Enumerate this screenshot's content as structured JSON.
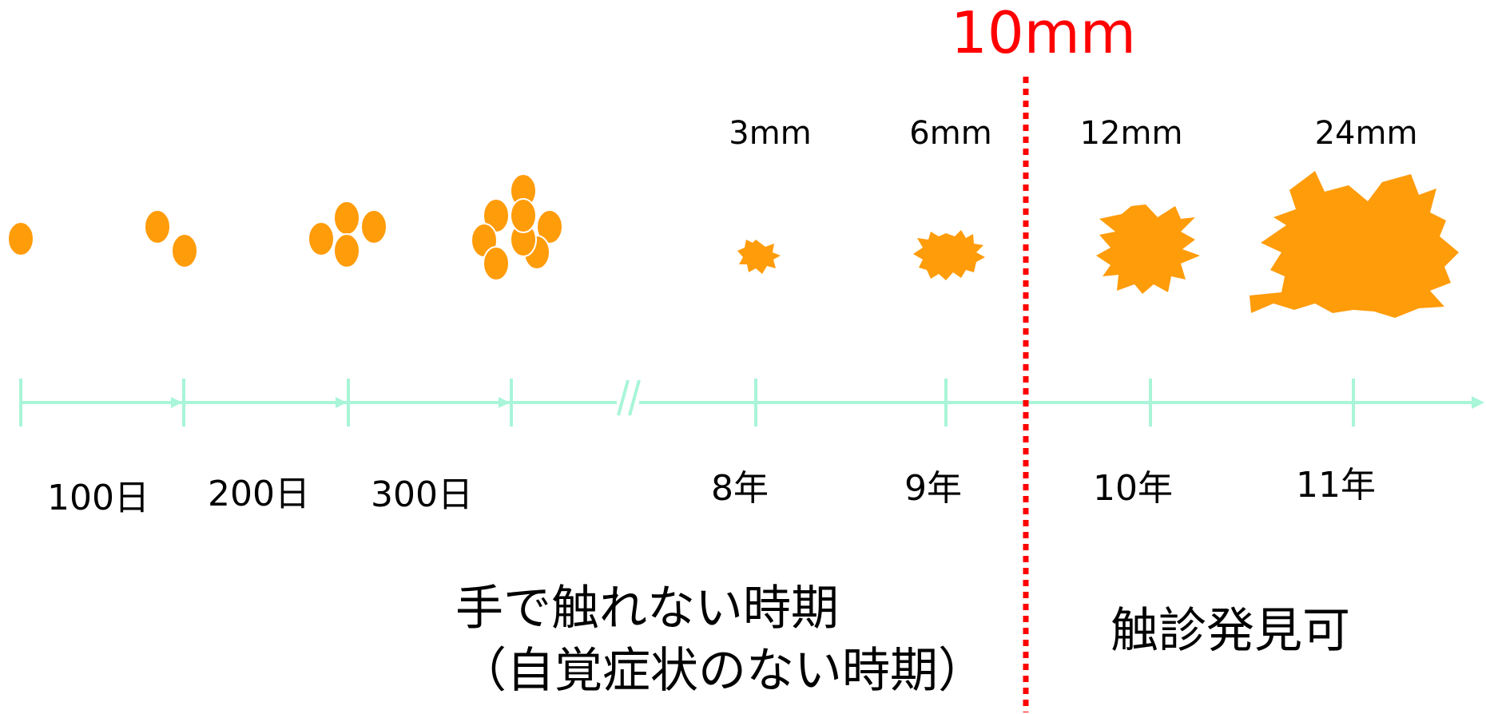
{
  "threshold": {
    "label": "10mm",
    "color": "#ff0000"
  },
  "stages": [
    {
      "time": "100日",
      "cells": 1
    },
    {
      "time": "200日",
      "cells": 2
    },
    {
      "time": "300日",
      "cells": 4
    },
    {
      "time": "",
      "cells": 8
    },
    {
      "time": "8年",
      "size": "3mm"
    },
    {
      "time": "9年",
      "size": "6mm"
    },
    {
      "time": "10年",
      "size": "12mm"
    },
    {
      "time": "11年",
      "size": "24mm"
    }
  ],
  "phases": {
    "before": {
      "line1": "手で触れない時期",
      "line2": "（自覚症状のない時期）"
    },
    "after": {
      "label": "触診発見可"
    }
  },
  "colors": {
    "tumor": "#ff9c0a",
    "timeline": "#a8f5d8",
    "threshold": "#ff0000",
    "text": "#000000"
  }
}
